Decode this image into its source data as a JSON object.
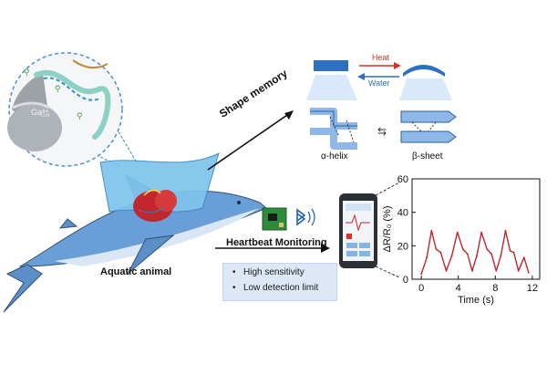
{
  "labels": {
    "ion": "Ga³⁺",
    "shape_memory": "Shape memory",
    "heat": "Heat",
    "water": "Water",
    "alpha_helix": "α-helix",
    "beta_sheet": "β-sheet",
    "animal": "Aquatic animal",
    "heartbeat": "Heartbeat Monitoring"
  },
  "features": [
    "High sensitivity",
    "Low detection limit"
  ],
  "colors": {
    "heat_arrow": "#d9312b",
    "water_arrow": "#2f6fc2",
    "shark_body": "#6a9ed6",
    "shark_belly": "#d8e6f6",
    "film": "#7fc4ec",
    "heart": "#c0282e",
    "signal_line": "#c1262b",
    "bullet_box": "#dde7f6"
  },
  "chart_data": {
    "type": "line",
    "xlabel": "Time (s)",
    "ylabel": "ΔR/R₀ (%)",
    "xlim": [
      -1,
      12.8
    ],
    "ylim": [
      0,
      60
    ],
    "xticks": [
      0,
      4,
      8,
      12
    ],
    "yticks": [
      0,
      20,
      40,
      60
    ],
    "series": [
      {
        "x": [
          0,
          0.6,
          1.1,
          1.6,
          2.1,
          2.7,
          3.3,
          3.9,
          4.5,
          5.0,
          5.5,
          6.0,
          6.5,
          7.1,
          7.6,
          8.1,
          8.6,
          9.1,
          9.6,
          10.0,
          10.5,
          11.1,
          11.6
        ],
        "y": [
          3,
          13,
          29,
          18,
          16,
          5,
          14,
          28,
          18,
          15,
          5,
          14,
          28,
          18,
          15,
          5,
          14,
          29,
          17,
          16,
          5,
          13,
          4
        ]
      }
    ]
  }
}
